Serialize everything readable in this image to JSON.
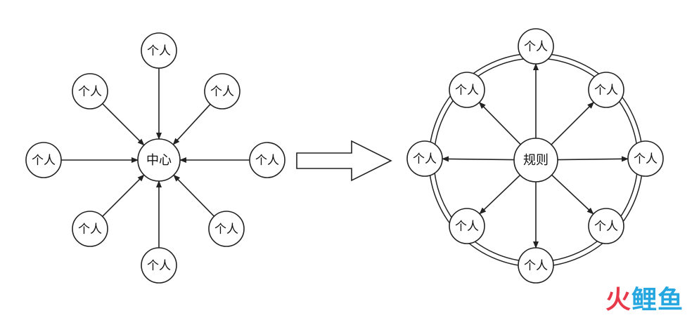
{
  "diagram": {
    "left": {
      "hub_label": "中心",
      "nodes": [
        "个人",
        "个人",
        "个人",
        "个人",
        "个人",
        "个人",
        "个人",
        "个人"
      ]
    },
    "right": {
      "hub_label": "规则",
      "nodes": [
        "个人",
        "个人",
        "个人",
        "个人",
        "个人",
        "个人",
        "个人",
        "个人"
      ]
    }
  },
  "watermark": {
    "part_a": "火",
    "part_b": "鲤鱼"
  }
}
